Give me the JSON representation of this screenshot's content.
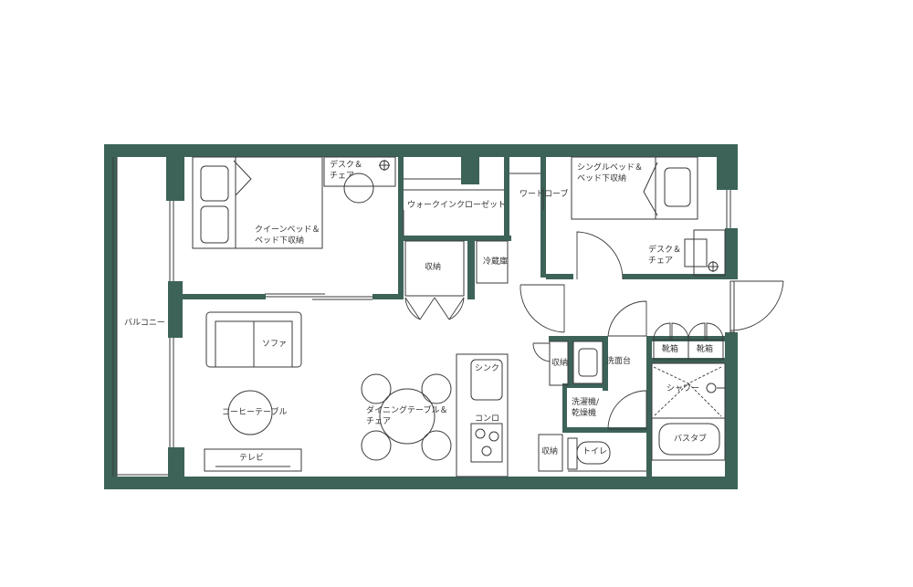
{
  "colors": {
    "wall": "#3d6359",
    "line": "#3a3a3a",
    "background": "#ffffff"
  },
  "labels": {
    "balcony": "バルコニー",
    "desk_chair_1": "デスク＆\nチェア",
    "queen_bed": "クイーンベッド＆\nベッド下収納",
    "walk_in_closet": "ウォークインクローゼット",
    "wardrobe": "ワードローブ",
    "single_bed": "シングルベッド＆\nベッド下収納",
    "desk_chair_2": "デスク＆\nチェア",
    "storage_1": "収納",
    "fridge": "冷蔵庫",
    "sofa": "ソファ",
    "coffee_table": "コーヒーテーブル",
    "tv": "テレビ",
    "dining": "ダイニングテーブル＆\nチェア",
    "sink": "シンク",
    "stove": "コンロ",
    "storage_2": "収納",
    "storage_3": "収納",
    "washbasin": "洗面台",
    "washer_dryer": "洗濯機/\n乾燥機",
    "toilet": "トイレ",
    "shoe_box_1": "靴箱",
    "shoe_box_2": "靴箱",
    "shower": "シャワー",
    "bathtub": "バスタブ"
  }
}
